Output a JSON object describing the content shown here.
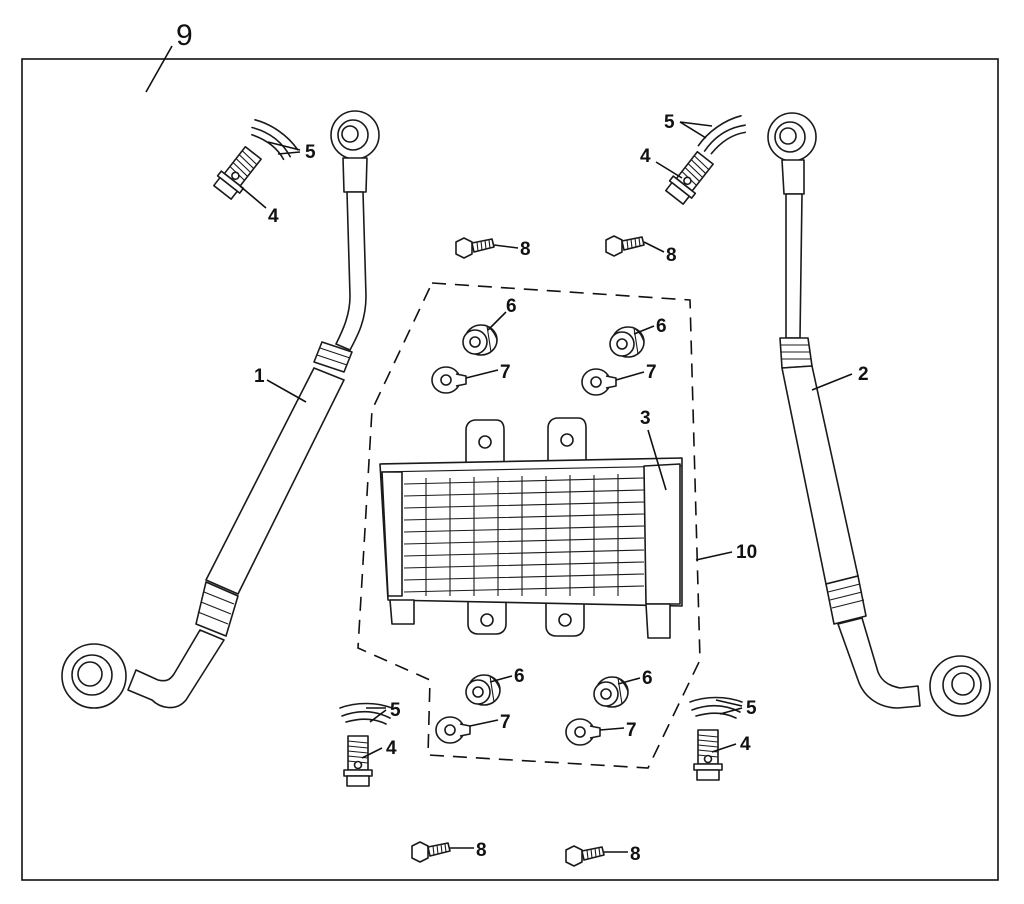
{
  "diagram": {
    "frame_label": "9",
    "callouts": {
      "hose_left": "1",
      "hose_right": "2",
      "oil_cooler": "3",
      "bolt": "4",
      "washer": "5",
      "cushion": "6",
      "collar": "7",
      "flange_bolt": "8",
      "cooler_assembly": "10"
    }
  }
}
